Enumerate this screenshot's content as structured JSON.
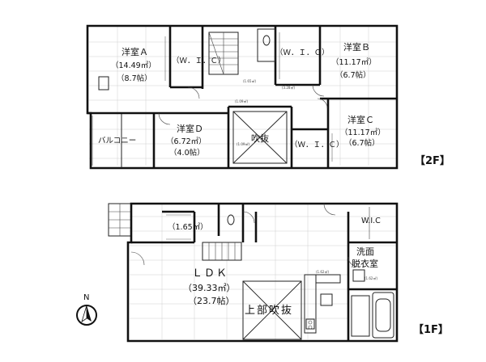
{
  "floors": {
    "second": {
      "label": "【2F】",
      "rooms": {
        "a": {
          "name": "洋室Ａ",
          "area": "（14.49㎡）",
          "jo": "（8.7帖）"
        },
        "b": {
          "name": "洋室Ｂ",
          "area": "（11.17㎡）",
          "jo": "（6.7帖）"
        },
        "c": {
          "name": "洋室Ｃ",
          "area": "（11.17㎡）",
          "jo": "（6.7帖）"
        },
        "d": {
          "name": "洋室Ｄ",
          "area": "（6.72㎡）",
          "jo": "（4.0帖）"
        },
        "wic1": {
          "name": "（Ｗ．Ｉ．Ｃ）"
        },
        "wic2": {
          "name": "（Ｗ．Ｉ．Ｃ）"
        },
        "wic3": {
          "name": "（Ｗ．Ｉ．Ｃ）"
        },
        "void": {
          "name": "吹抜"
        },
        "balcony": {
          "name": "バルコニー"
        }
      }
    },
    "first": {
      "label": "【1F】",
      "rooms": {
        "ldk": {
          "name": "ＬＤＫ",
          "area": "（39.33㎡）",
          "jo": "（23.7帖）"
        },
        "void_above": {
          "name": "上部吹抜"
        },
        "washroom": {
          "line1": "洗面",
          "line2": "脱衣室"
        },
        "wic": {
          "name": "W.I.C"
        },
        "storage": {
          "name": "（1.65㎡）"
        }
      }
    }
  },
  "compass": {
    "label": "N"
  }
}
